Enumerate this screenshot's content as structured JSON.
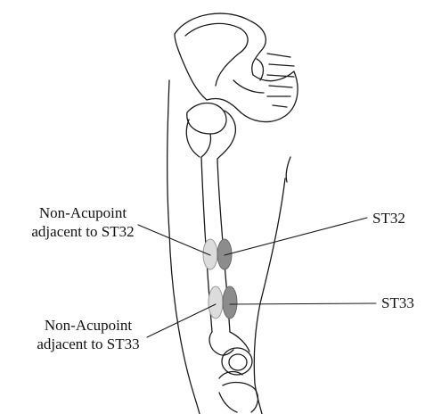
{
  "labels": {
    "left_upper_line1": "Non-Acupoint",
    "left_upper_line2": "adjacent to ST32",
    "left_lower_line1": "Non-Acupoint",
    "left_lower_line2": "adjacent to ST33",
    "right_upper": "ST32",
    "right_lower": "ST33"
  },
  "colors": {
    "outline": "#1a1a1a",
    "acupoint_fill": "#8c8c8c",
    "non_acupoint_fill": "#dcdcdc",
    "background": "#ffffff"
  }
}
